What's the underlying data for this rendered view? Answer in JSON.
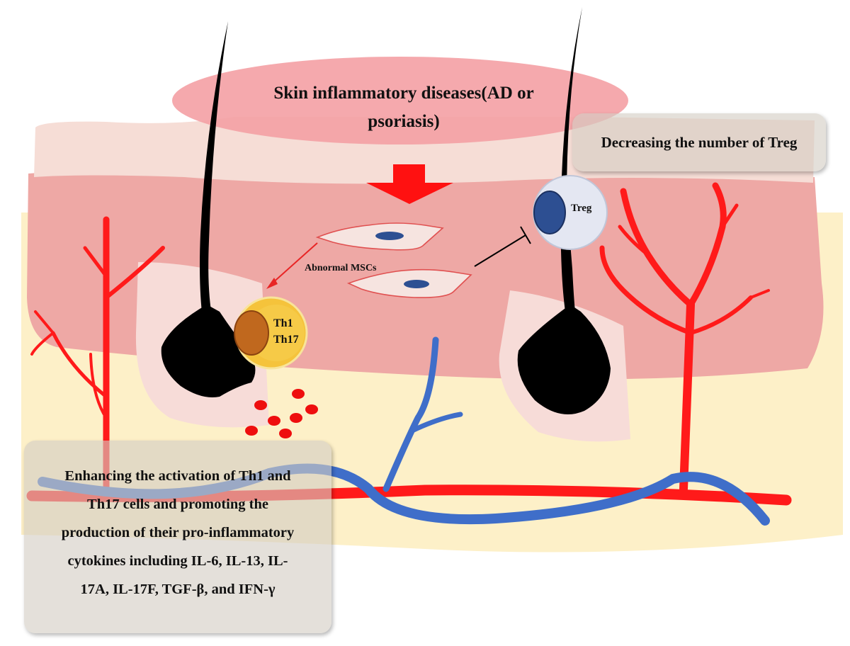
{
  "title": {
    "lines": [
      "Skin inflammatory diseases(AD or",
      "psoriasis)"
    ]
  },
  "treg_box": {
    "text": "Decreasing the number of Treg"
  },
  "th_box": {
    "lines": [
      "Enhancing the activation of Th1 and",
      "Th17 cells and promoting the",
      "production of their pro-inflammatory",
      "cytokines including IL-6, IL-13, IL-",
      "17A, IL-17F, TGF-β, and IFN-γ"
    ]
  },
  "cells": {
    "th1": "Th1",
    "th17": "Th17",
    "treg": "Treg",
    "mscs": "Abnormal MSCs"
  },
  "colors": {
    "title_banner": "#f4a0a4",
    "upper_skin": "#f6ddd6",
    "dermis_pink": "#eea8a5",
    "lower_dermis": "#fdf0c8",
    "vessel_red": "#ff1a1a",
    "vessel_blue": "#3f6ec9",
    "th_cell": "#f5c33b",
    "th_nucleus": "#c0681e",
    "treg_cell": "#e4e7f2",
    "treg_nucleus": "#2d4f92",
    "arrow": "#ff1111"
  },
  "icons": [
    "hair-follicle",
    "down-arrow",
    "inhibition-arrow",
    "cytokine-dots"
  ]
}
